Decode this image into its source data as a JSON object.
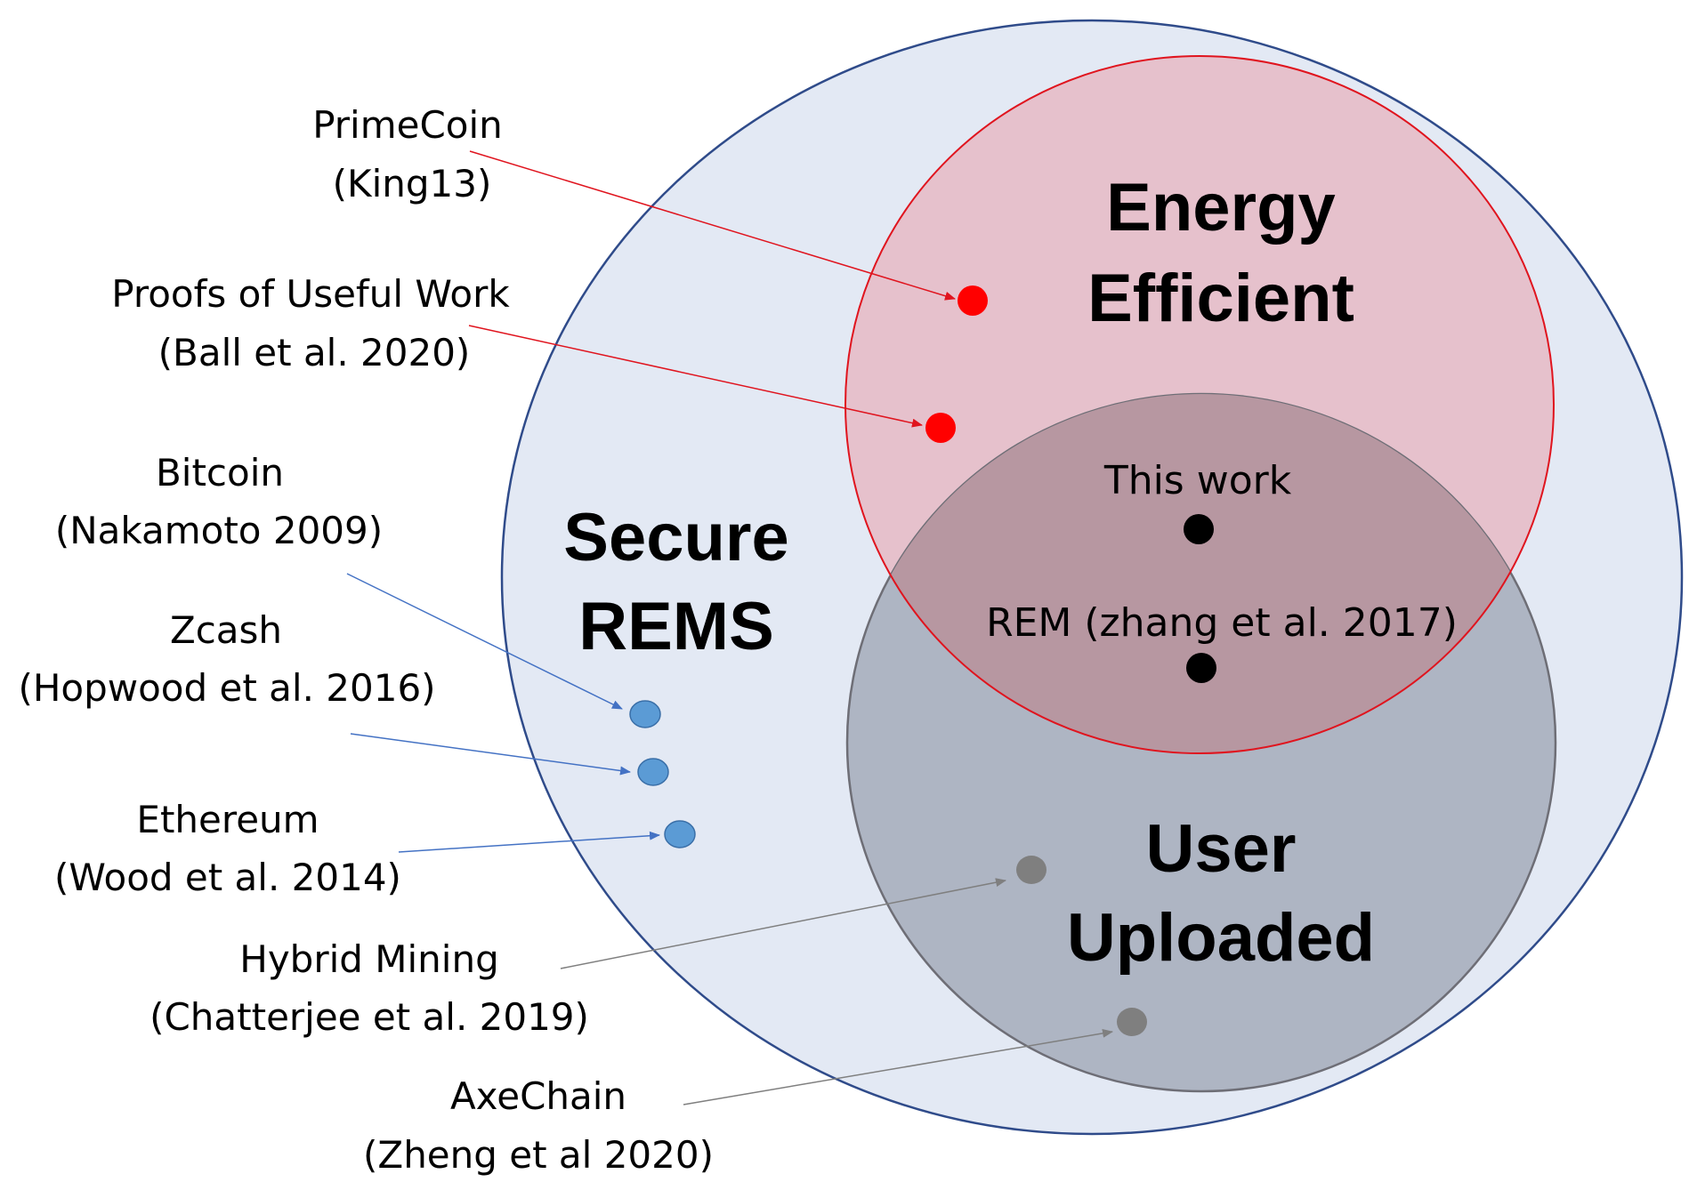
{
  "colors": {
    "outer_fill": "#e3e9f4",
    "outer_stroke": "#2f4b8a",
    "energy_fill": "#e6c1cc",
    "energy_stroke": "#e0141e",
    "overlap_fill": "#b797a1",
    "user_fill": "#aeb5c3",
    "user_stroke": "#6e6e76",
    "red_dot": "#ff0000",
    "blue_dot": "#5b9bd5",
    "blue_dot_stroke": "#3a6fa8",
    "black_dot": "#000000",
    "gray_dot": "#7f7f7f",
    "red_arrow": "#e0141e",
    "blue_arrow": "#4472c4",
    "gray_arrow": "#7f7f7f"
  },
  "sets": {
    "secure": {
      "line1": "Secure",
      "line2": "REMS"
    },
    "energy": {
      "line1": "Energy",
      "line2": "Efficient"
    },
    "user": {
      "line1": "User",
      "line2": "Uploaded"
    }
  },
  "inner": {
    "this_work": "This work",
    "rem": "REM (zhang et al. 2017)"
  },
  "items": [
    {
      "name": "PrimeCoin",
      "cite": "(King13)",
      "group": "energy"
    },
    {
      "name": "Proofs of Useful Work",
      "cite": "(Ball et al. 2020)",
      "group": "energy"
    },
    {
      "name": "Bitcoin",
      "cite": "(Nakamoto 2009)",
      "group": "secure"
    },
    {
      "name": "Zcash",
      "cite": "(Hopwood et al. 2016)",
      "group": "secure"
    },
    {
      "name": "Ethereum",
      "cite": "(Wood et al. 2014)",
      "group": "secure"
    },
    {
      "name": "Hybrid Mining",
      "cite": "(Chatterjee et al. 2019)",
      "group": "user"
    },
    {
      "name": "AxeChain",
      "cite": "(Zheng et al 2020)",
      "group": "user"
    }
  ]
}
